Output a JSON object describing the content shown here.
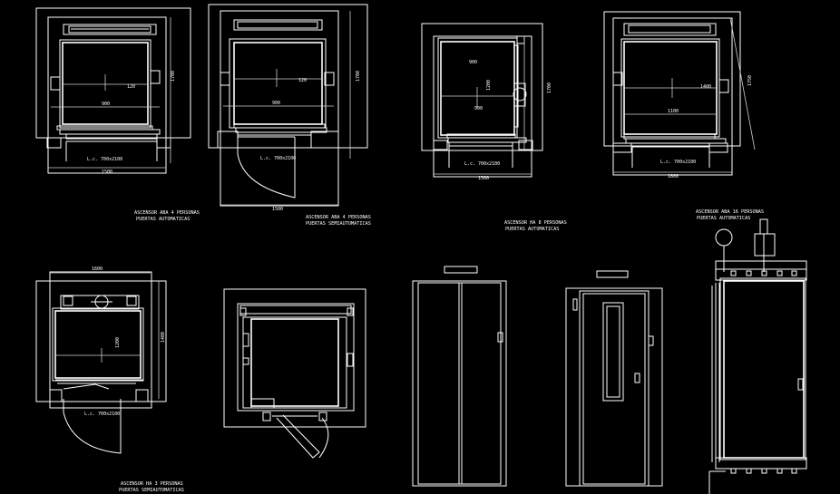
{
  "captions": [
    "ASCENSOR ABA 4 PERSONAS",
    "PUERTAS AUTOMATICAS",
    "ASCENSOR ABA 4 PERSONAS",
    "PUERTAS SEMIAUTOMATICAS",
    "ASCENSOR HA 8 PERSONAS",
    "PUERTAS AUTOMATICAS",
    "ASCENSOR ABA 16 PERSONAS",
    "PUERTAS AUTOMATICAS",
    "ASCENSOR HA 3 PERSONAS",
    "PUERTAS SEMIAUTOMATICAS"
  ],
  "labels": {
    "plan1": {
      "width": "900",
      "depth": "120",
      "door": "L.c. 700x2100",
      "overall": "1500",
      "side": "1700"
    },
    "plan2": {
      "width": "900",
      "depth": "120",
      "door": "L.c. 700x2100",
      "overall": "1500",
      "side": "1700"
    },
    "plan3": {
      "top": "900",
      "width": "900",
      "depth": "1200",
      "door": "L.c. 700x2100",
      "overall": "1500",
      "side": "1700"
    },
    "plan4": {
      "width": "1100",
      "depth": "1400",
      "door": "L.c. 700x2100",
      "overall": "1600",
      "side": "1750"
    },
    "plan5": {
      "top": "1600",
      "depth": "1200",
      "door": "L.c. 700x2100",
      "side": "1400"
    }
  },
  "colors": {
    "background": "#000000",
    "line": "#ffffff"
  }
}
